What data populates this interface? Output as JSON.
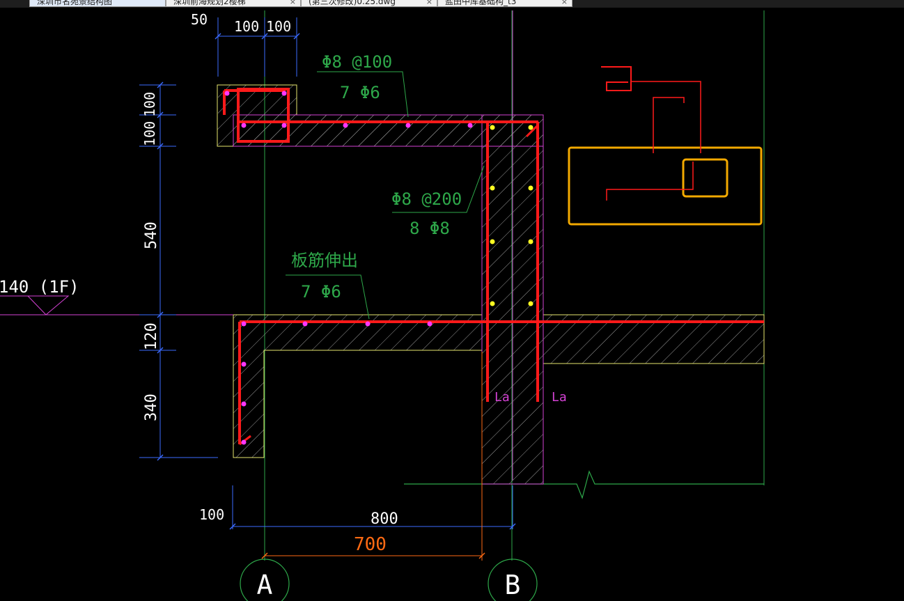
{
  "tabs": [
    {
      "label": "深圳市名苑景结构图",
      "active": true
    },
    {
      "label": "深圳前海规划2楼梯"
    },
    {
      "label": "(第三次修改)0.25.dwg"
    },
    {
      "label": "盐田中库基础构_t3"
    }
  ],
  "tab_close": "×",
  "dims": {
    "top_50": "50",
    "top_100a": "100",
    "top_100b": "100",
    "left_100a": "100",
    "left_100b": "100",
    "left_540": "540",
    "left_120": "120",
    "left_340": "340",
    "bottom_100": "100",
    "bottom_800": "800",
    "bottom_700": "700"
  },
  "labels": {
    "top_rebar_spacing": "Φ8 @100",
    "top_rebar_count": "7 Φ6",
    "wall_rebar_spacing": "Φ8 @200",
    "wall_rebar_count": "8 Φ8",
    "slab_note": "板筋伸出",
    "slab_rebar_count": "7 Φ6",
    "la_left": "La",
    "la_right": "La",
    "level_mark": "140 (1F)"
  },
  "axes": {
    "a": "A",
    "b": "B"
  },
  "colors": {
    "background": "#000000",
    "rebar": "#ff1a1a",
    "concrete_outline": "#e6e66e",
    "dimension": "#3b6bff",
    "annotation_green": "#2ea84a",
    "magenta": "#d442d4",
    "orange": "#ff6a13",
    "legend_box": "#f2a900"
  }
}
